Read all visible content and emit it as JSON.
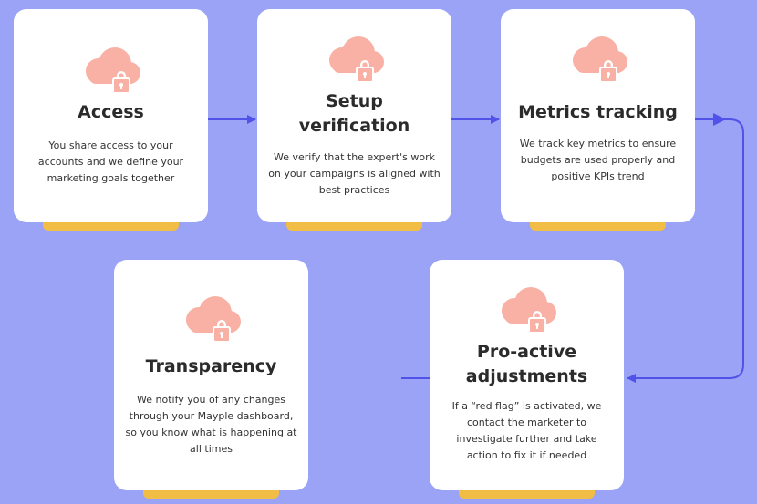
{
  "colors": {
    "background": "#9aa3f5",
    "card": "#ffffff",
    "accent_tab": "#f2bd45",
    "icon": "#f9b1a5",
    "connector": "#5153e8"
  },
  "steps": [
    {
      "title": "Access",
      "description": "You share access to your accounts and we define your marketing goals together",
      "icon": "cloud-lock-icon"
    },
    {
      "title": "Setup\nverification",
      "description": "We verify that the expert's work on your campaigns is aligned with best practices",
      "icon": "cloud-lock-icon"
    },
    {
      "title": "Metrics tracking",
      "description": "We track key metrics to ensure budgets are used properly and positive KPIs trend",
      "icon": "cloud-lock-icon"
    },
    {
      "title": "Pro-active\nadjustments",
      "description": "If a “red flag” is activated, we contact the marketer to investigate further and take action to fix it if needed",
      "icon": "cloud-lock-icon"
    },
    {
      "title": "Transparency",
      "description": "We notify you of any changes through your Mayple dashboard, so you know what is happening at all times",
      "icon": "cloud-lock-icon"
    }
  ]
}
